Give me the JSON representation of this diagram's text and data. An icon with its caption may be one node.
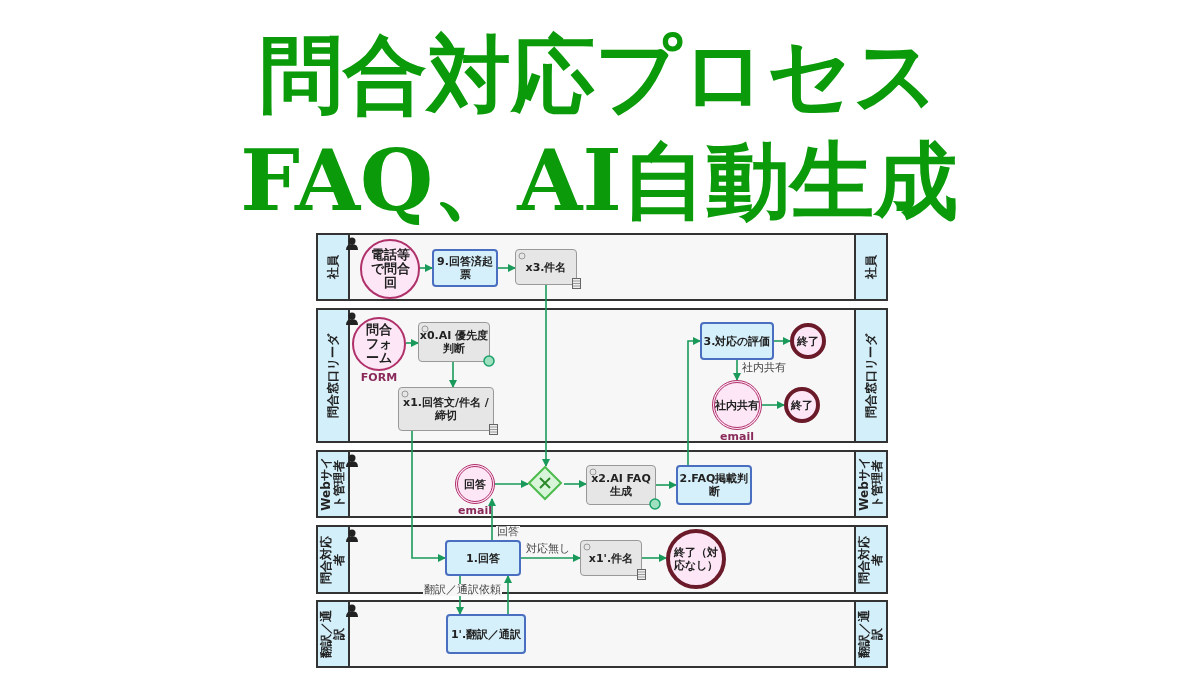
{
  "diagram": {
    "title": "問合対応プロセスFAQ、AI自動生成",
    "nodes": [
      {
        "text": [
          "社員",
          "社員"
        ]
      },
      {
        "text": [
          "電話等で問合回"
        ],
        "in": 0
      },
      {
        "text": [
          "9.回答済起票"
        ],
        "in": 0
      },
      {
        "text": [
          "x3.件名"
        ],
        "in": 0
      },
      {
        "text": [
          "問合窓口リーダ",
          "問合窓口リーダ"
        ]
      },
      {
        "text": [
          "問合フォーム"
        ],
        "beside": [
          "FORM"
        ],
        "in": 4
      },
      {
        "text": [
          "x0.AI 優先度判断"
        ],
        "in": 4
      },
      {
        "text": [
          "x1.回答文/件名 / 締切"
        ],
        "in": 4
      },
      {
        "text": [
          "3.対応の評価"
        ],
        "in": 4
      },
      {
        "text": [
          "終了"
        ],
        "in": 4
      },
      {
        "text": [
          "社内共有"
        ],
        "beside": [
          "email"
        ],
        "in": 4
      },
      {
        "text": [
          "終了"
        ],
        "in": 4
      },
      {
        "text": [
          "Webサイト管理者",
          "Webサイト管理者"
        ]
      },
      {
        "text": [
          "回答"
        ],
        "beside": [
          "email"
        ],
        "in": 12
      },
      {
        "text": [],
        "shape": "diamond",
        "in": 12
      },
      {
        "text": [
          "x2.AI FAQ生成"
        ],
        "in": 12
      },
      {
        "text": [
          "2.FAQ掲載判断"
        ],
        "in": 12
      },
      {
        "text": [
          "問合対応者",
          "問合対応者"
        ]
      },
      {
        "text": [
          "1.回答"
        ],
        "in": 17
      },
      {
        "text": [
          "x1'.件名"
        ],
        "in": 17
      },
      {
        "text": [
          "終了（対応なし）"
        ],
        "in": 17
      },
      {
        "text": [
          "翻訳／通訳",
          "翻訳／通訳"
        ]
      },
      {
        "text": [
          "1'.翻訳／通訳"
        ],
        "in": 21
      }
    ],
    "edges": [
      {
        "from": 1,
        "to": 2,
        "arrow": "to"
      },
      {
        "from": 2,
        "to": 3,
        "arrow": "to"
      },
      {
        "from": 3,
        "to": 14,
        "arrow": "to"
      },
      {
        "from": 5,
        "to": 6,
        "arrow": "to"
      },
      {
        "from": 6,
        "to": 7,
        "arrow": "to"
      },
      {
        "from": 7,
        "to": 18,
        "arrow": "to"
      },
      {
        "from": 18,
        "to": 13,
        "arrow": "to",
        "label": "回答"
      },
      {
        "from": 13,
        "to": 14,
        "arrow": "to"
      },
      {
        "from": 14,
        "to": 15,
        "arrow": "to"
      },
      {
        "from": 15,
        "to": 16,
        "arrow": "to"
      },
      {
        "from": 16,
        "to": 8,
        "arrow": "to"
      },
      {
        "from": 8,
        "to": 9,
        "arrow": "to"
      },
      {
        "from": 8,
        "to": 10,
        "arrow": "to",
        "label": "社内共有"
      },
      {
        "from": 10,
        "to": 11,
        "arrow": "to"
      },
      {
        "from": 18,
        "to": 19,
        "arrow": "to",
        "label": "対応無し"
      },
      {
        "from": 19,
        "to": 20,
        "arrow": "to"
      },
      {
        "from": 18,
        "to": 22,
        "arrow": "to",
        "label": "翻訳／通訳依頼"
      },
      {
        "from": 22,
        "to": 18,
        "arrow": "to"
      }
    ]
  }
}
